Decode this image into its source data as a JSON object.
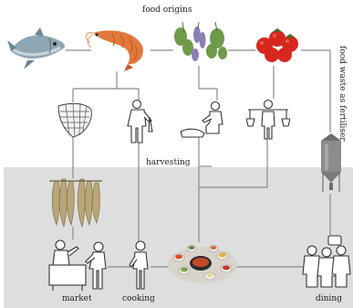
{
  "diagram": {
    "title": "food origins",
    "labels": {
      "harvesting": "harvesting",
      "market": "market",
      "cooking": "cooking",
      "dining": "dining",
      "fertiliser": "food waste as fertiliser"
    },
    "colors": {
      "panel": "#dedede",
      "connector": "#8a8a8a",
      "fish": "#7f9aa8",
      "shrimp": "#e0703a",
      "herbs": "#6f9a4a",
      "lavender": "#8b7fb8",
      "tomato": "#d7261e",
      "dried_fish": "#b9a77a",
      "silo": "#8c8c8c"
    },
    "icons": [
      "salmon-fish-icon",
      "shrimp-icon",
      "herbs-bunch-icon",
      "tomatoes-icon",
      "fishing-net-icon",
      "fisherman-icon",
      "farmer-kneeling-icon",
      "carrier-with-baskets-icon",
      "compost-silo-icon",
      "dried-fish-icon",
      "market-vendor-icon",
      "cook-figure-icon",
      "korean-meal-icon",
      "diners-group-icon"
    ]
  }
}
